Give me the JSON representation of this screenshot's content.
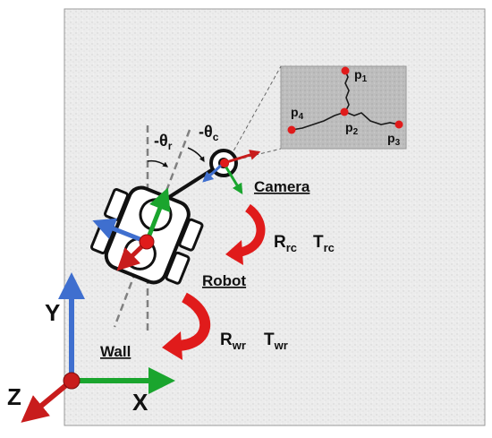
{
  "labels": {
    "camera": "Camera",
    "robot": "Robot",
    "wall": "Wall",
    "theta_r": {
      "base": "-θ",
      "sub": "r"
    },
    "theta_c": {
      "base": "-θ",
      "sub": "c"
    },
    "rot_rc": {
      "base": "R",
      "sub": "rc"
    },
    "trans_rc": {
      "base": "T",
      "sub": "rc"
    },
    "rot_wr": {
      "base": "R",
      "sub": "wr"
    },
    "trans_wr": {
      "base": "T",
      "sub": "wr"
    },
    "points": [
      {
        "base": "p",
        "sub": "1"
      },
      {
        "base": "p",
        "sub": "2"
      },
      {
        "base": "p",
        "sub": "3"
      },
      {
        "base": "p",
        "sub": "4"
      }
    ],
    "axes": {
      "x": "X",
      "y": "Y",
      "z": "Z"
    }
  },
  "colors": {
    "x_axis": "#1aa52e",
    "y_axis": "#3f6fcf",
    "z_axis": "#c81c1c",
    "marker": "#e01b1b",
    "rotation_arrow": "#e01b1b",
    "wall_background": "#efefef"
  }
}
